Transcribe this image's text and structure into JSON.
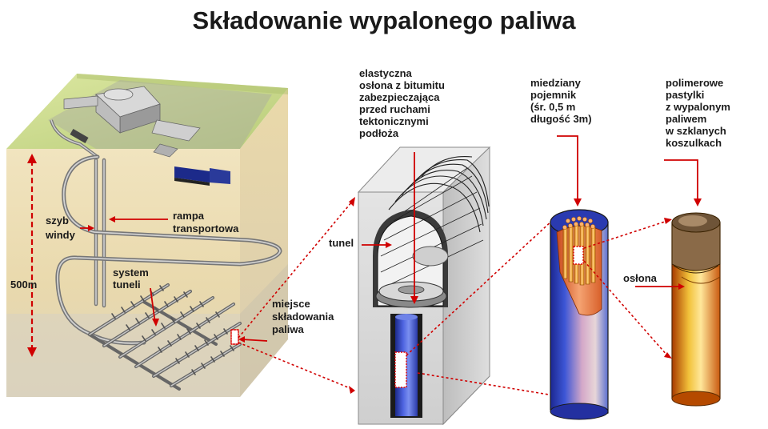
{
  "title": "Składowanie wypalonego paliwa",
  "labels": {
    "szyb": "szyb",
    "windy": "windy",
    "rampa": "rampa",
    "transportowa": "transportowa",
    "system": "system",
    "tuneli": "tuneli",
    "depth": "500m",
    "miejsce": "miejsce",
    "skladowania": "składowania",
    "paliwa": "paliwa",
    "tunel": "tunel",
    "oslona": "osłona"
  },
  "bitumen_label": [
    "elastyczna",
    "osłona z bitumitu",
    "zabezpieczająca",
    "przed ruchami",
    "tektonicznymi",
    "podłoża"
  ],
  "container_label": [
    "miedziany",
    "pojemnik",
    "(śr. 0,5 m",
    "długość 3m)"
  ],
  "pellet_label": [
    "polimerowe",
    "pastylki",
    "z wypalonym",
    "paliwem",
    "w szklanych",
    "koszulkach"
  ],
  "colors": {
    "arrow": "#e00000",
    "ground": "#ebdcb2",
    "grass": "#c9d98a",
    "copper": "#e8743a",
    "canister_blue": "#3a4fc8"
  }
}
